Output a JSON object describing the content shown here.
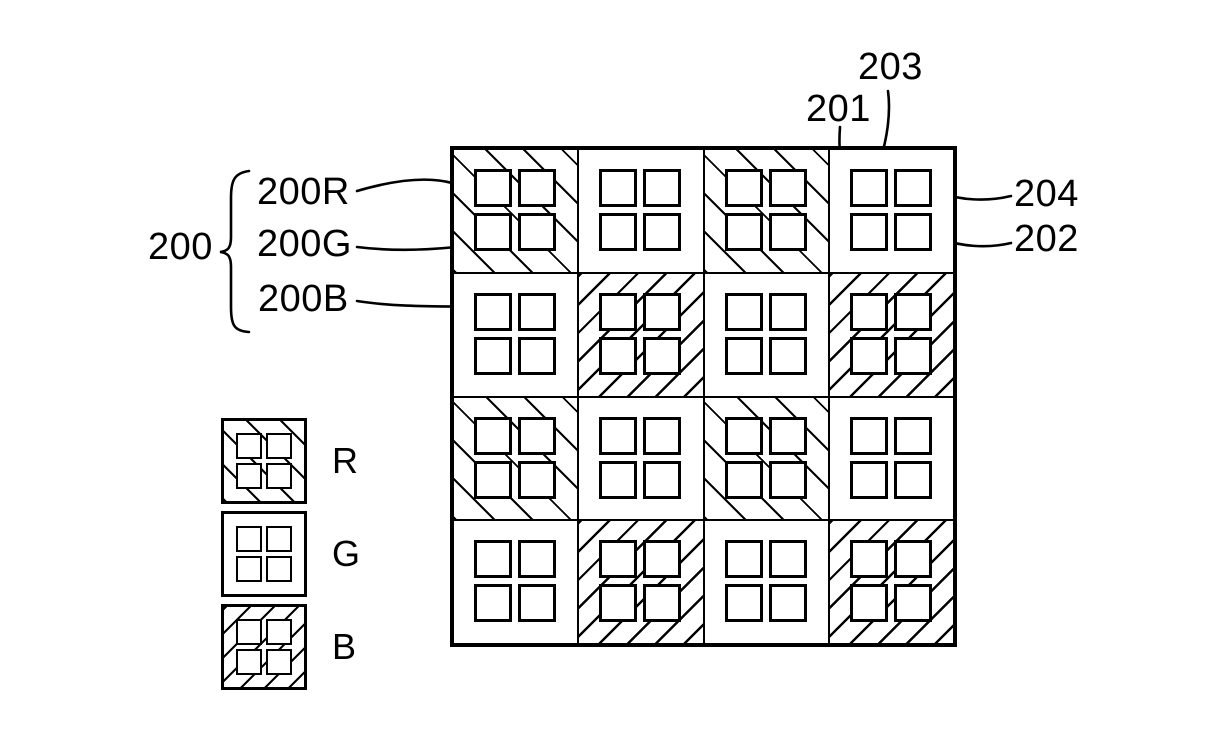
{
  "figure_labels": {
    "group": "200",
    "row_r": "200R",
    "row_g": "200G",
    "row_b": "200B",
    "callout_top_left": "203",
    "callout_bottom_left": "201",
    "callout_top_right": "204",
    "callout_bottom_right": "202"
  },
  "grid": {
    "rows": 4,
    "cols": 4,
    "pattern": [
      [
        "R",
        "G",
        "R",
        "G"
      ],
      [
        "G",
        "B",
        "G",
        "B"
      ],
      [
        "R",
        "G",
        "R",
        "G"
      ],
      [
        "G",
        "B",
        "G",
        "B"
      ]
    ],
    "subsquares_per_cell": 4,
    "hatch_styles": {
      "R": "sparse-diagonal-backslash",
      "G": "none",
      "B": "dense-diagonal-forward-slash"
    }
  },
  "legend": {
    "items": [
      {
        "type": "R",
        "label": "R"
      },
      {
        "type": "G",
        "label": "G"
      },
      {
        "type": "B",
        "label": "B"
      }
    ]
  },
  "colors": {
    "line": "#000000",
    "background": "#ffffff"
  }
}
